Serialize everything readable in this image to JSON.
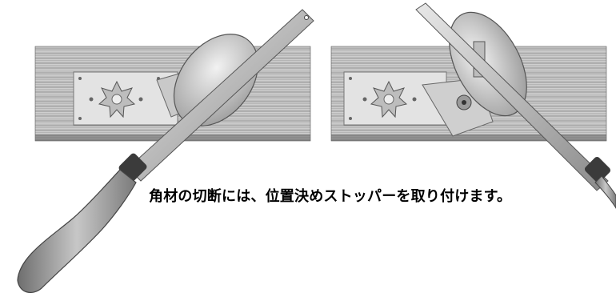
{
  "caption": "角材の切断には、位置決めストッパーを取り付けます。",
  "colors": {
    "wood_light": "#c9c9c9",
    "wood_dark": "#6f6f6f",
    "metal": "#d9d9d9",
    "metal_dark": "#8a8a8a",
    "handle": "#8f8f8f",
    "handle_light": "#bdbdbd"
  },
  "figures": [
    {
      "name": "saw-with-stopper-attached-left",
      "description_icon": "saw-icon"
    },
    {
      "name": "saw-with-stopper-attached-right",
      "description_icon": "saw-icon"
    }
  ]
}
